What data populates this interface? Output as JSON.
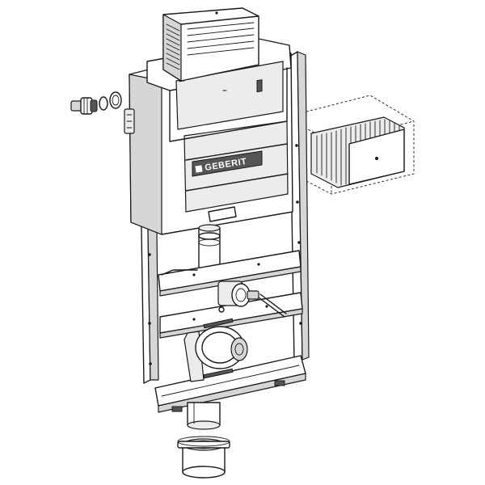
{
  "brand": {
    "logo_text": "GEBERIT"
  },
  "colors": {
    "line": "#1a1a1a",
    "shade": "#d6d6d6",
    "light_shade": "#ececec",
    "background": "#ffffff"
  },
  "parts": [
    "cistern-cover",
    "cistern",
    "flush-plate-opening",
    "mounting-frame",
    "valve-fitting",
    "supply-connector",
    "noise-insulation-box",
    "drain-pipe",
    "drain-elbow",
    "pipe-connector",
    "sealing-ring"
  ]
}
